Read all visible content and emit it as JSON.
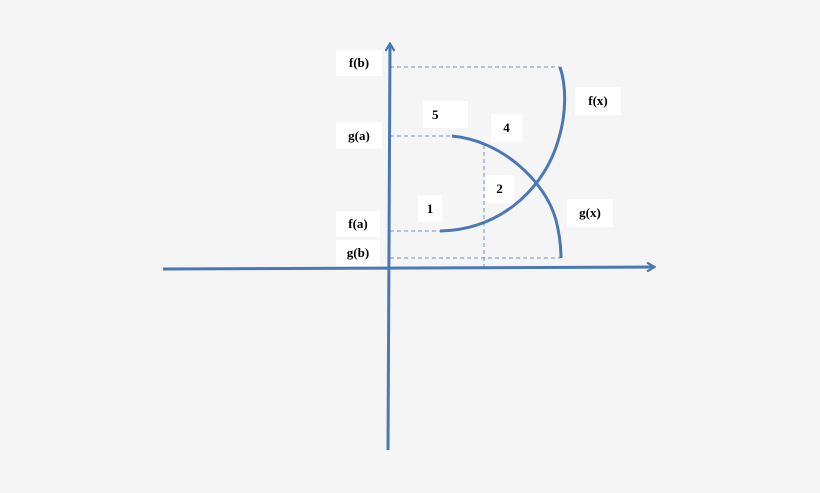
{
  "diagram": {
    "axes": {
      "x_axis": "horizontal arrow",
      "y_axis": "vertical arrow"
    },
    "colors": {
      "axis": "#4a78b5",
      "curve": "#4a78b5",
      "guide": "#6f94c6",
      "background": "#f5f5f5",
      "label_bg": "#ffffff"
    },
    "y_labels": {
      "fb": "f(b)",
      "ga": "g(a)",
      "fa": "f(a)",
      "gb": "g(b)"
    },
    "curve_labels": {
      "fx": "f(x)",
      "gx": "g(x)"
    },
    "region_labels": {
      "r1": "1",
      "r2": "2",
      "r4": "4",
      "r5": "5"
    }
  }
}
